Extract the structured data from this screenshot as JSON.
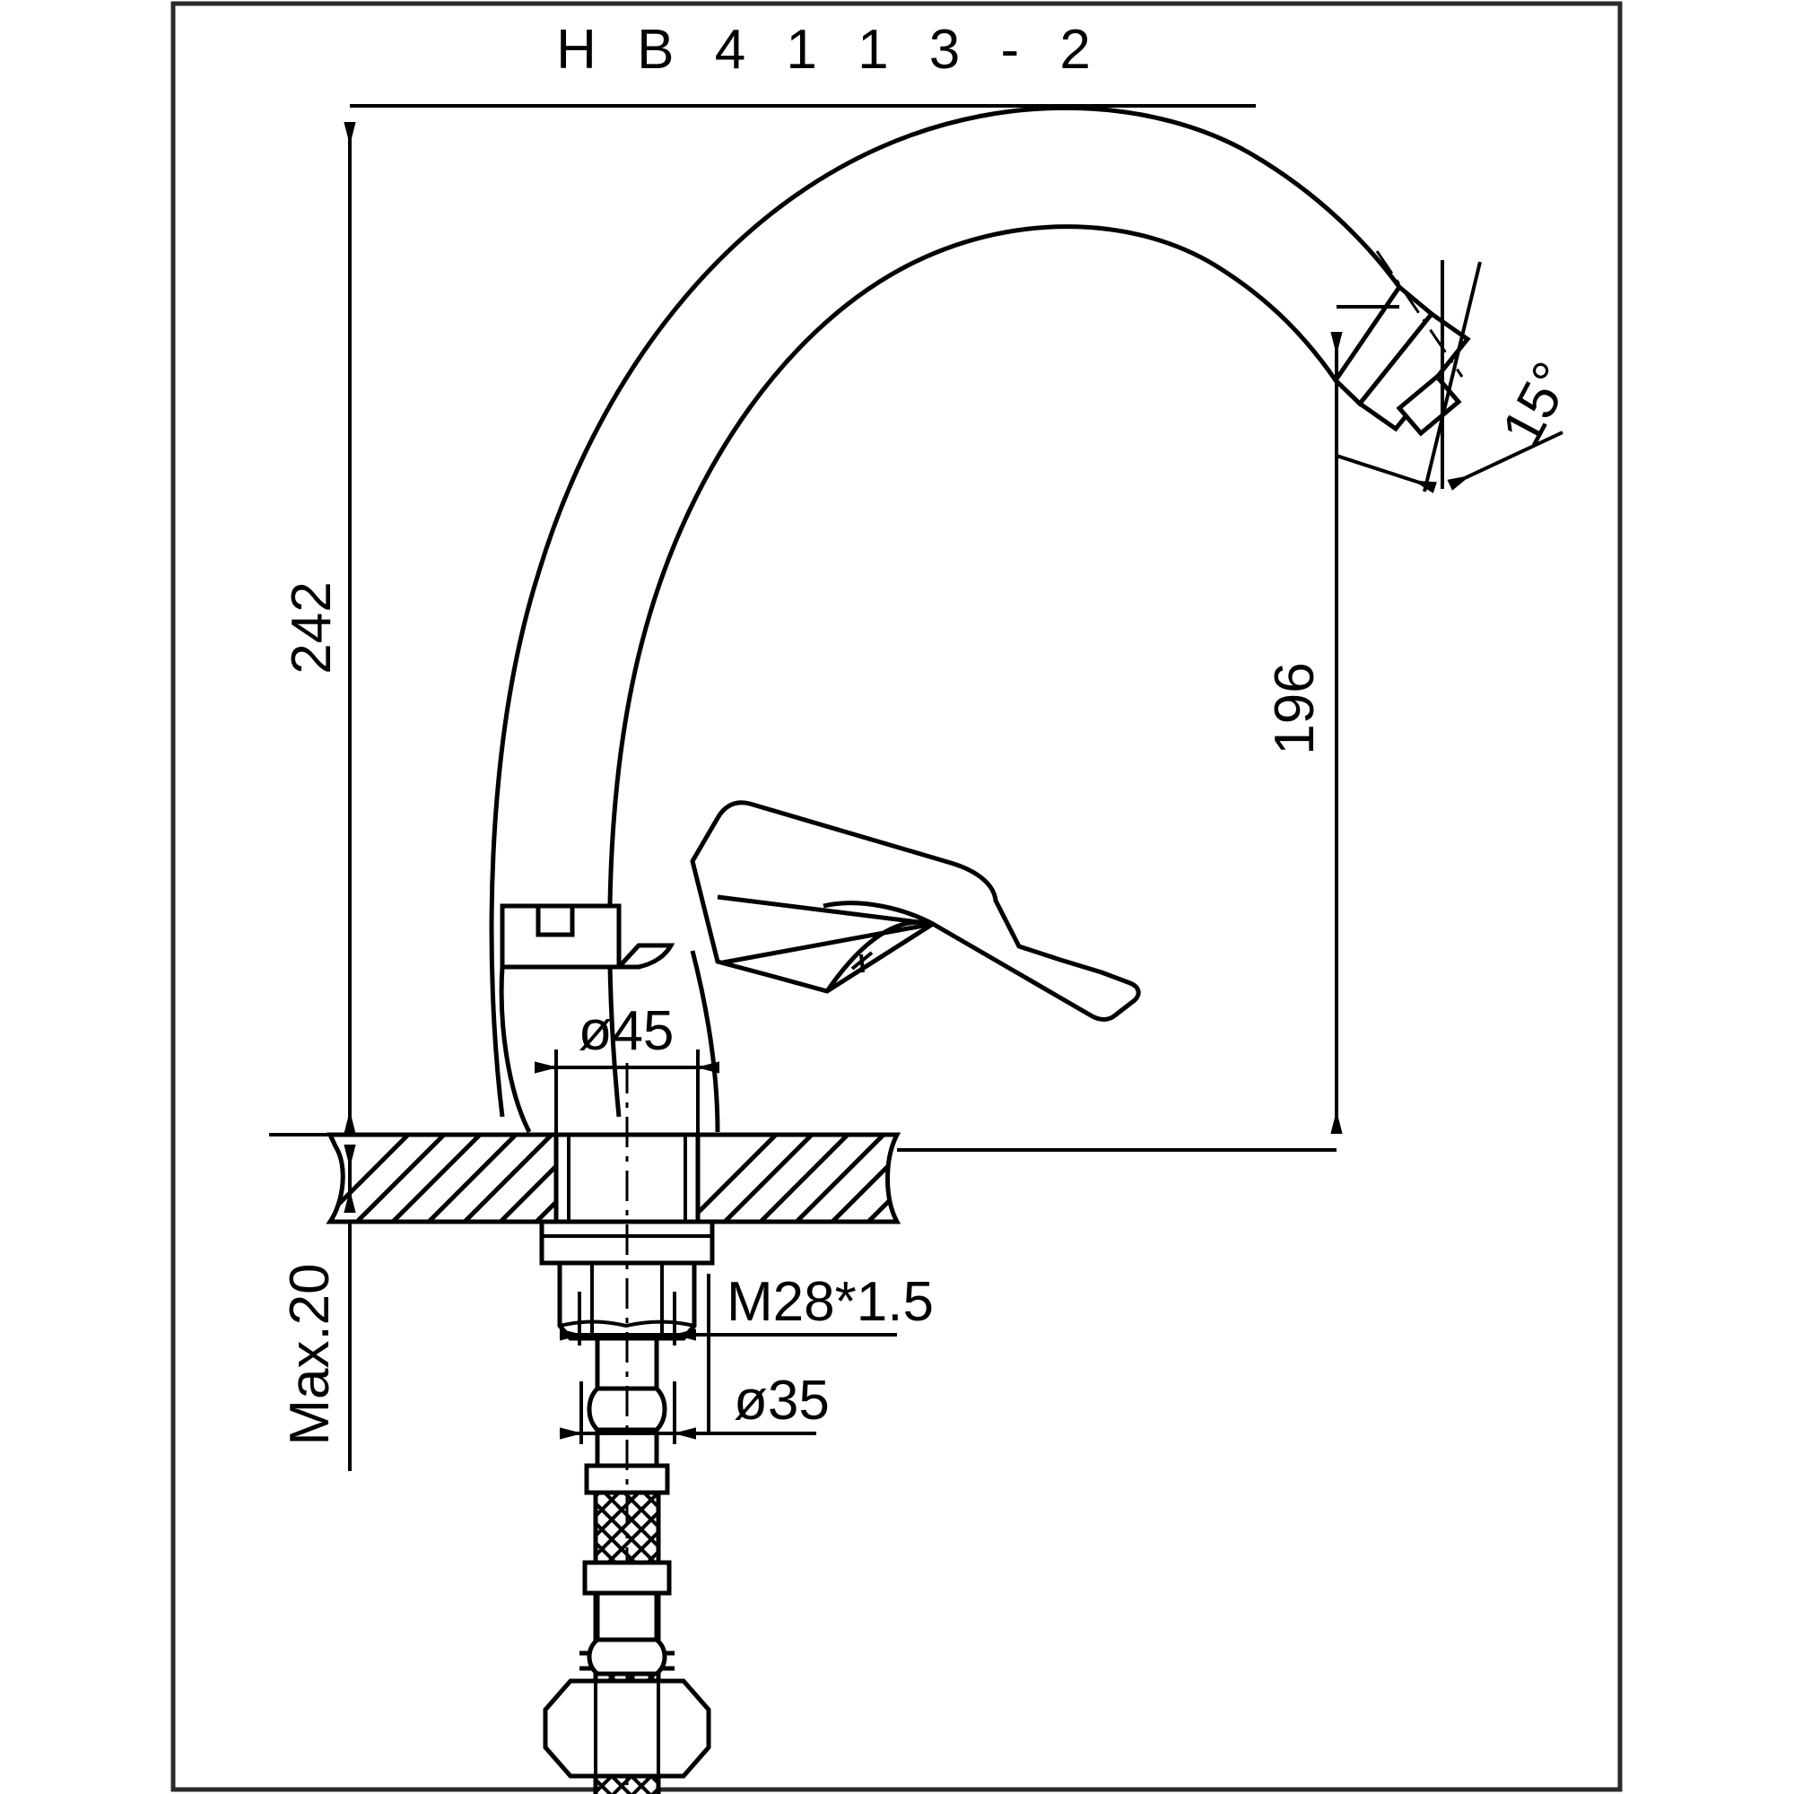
{
  "drawing": {
    "title": "H B 4 1 1 3 - 2",
    "model": "HB4113-2",
    "type": "technical-drawing",
    "subject": "kitchen sink mixer tap / faucet dimensional drawing",
    "units": "mm",
    "frame": {
      "stroke": "#222222",
      "fill": "#ffffff"
    },
    "line_color": "#000000"
  },
  "dimensions": {
    "overall_height": "242",
    "spout_height": "196",
    "spout_angle": "15°",
    "base_diameter": "ø45",
    "thread": "M28*1.5",
    "hole_diameter": "ø35",
    "deck_thickness": "Max.20"
  },
  "labels": {
    "height_242": "242",
    "height_196": "196",
    "angle_15": "15°",
    "dia_45": "ø45",
    "thread_m28": "M28*1.5",
    "dia_35": "ø35",
    "max_20": "Max.20"
  },
  "parts": [
    {
      "name": "spout-arm",
      "label": "curved swan-neck spout"
    },
    {
      "name": "spout-tip-aerator",
      "label": "aerator outlet"
    },
    {
      "name": "lever-handle",
      "label": "single lever handle"
    },
    {
      "name": "cartridge-body",
      "label": "mixer body"
    },
    {
      "name": "base-flange",
      "label": "ø45 base"
    },
    {
      "name": "counter-section",
      "label": "hatched counter-top cross section"
    },
    {
      "name": "mounting-washer",
      "label": "mounting washer"
    },
    {
      "name": "lock-nut",
      "label": "lock nut"
    },
    {
      "name": "braided-hose",
      "label": "braided flexible hose"
    },
    {
      "name": "hex-nut",
      "label": "hose hex connector nut"
    }
  ]
}
